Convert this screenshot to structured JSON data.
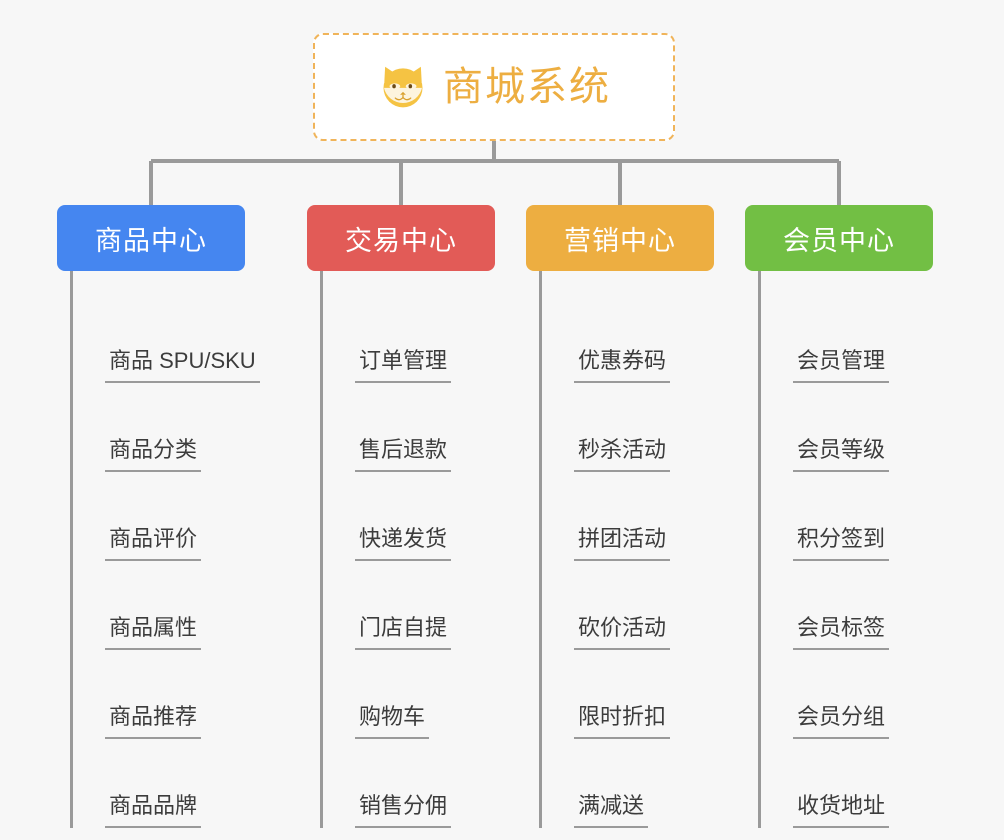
{
  "root": {
    "title": "商城系统",
    "icon": "shiba-dog-icon",
    "border_color": "#f0b45a",
    "text_color": "#edae41",
    "background": "#ffffff"
  },
  "canvas": {
    "background": "#f7f7f7",
    "connector_color": "#9a9a9a"
  },
  "categories": [
    {
      "label": "商品中心",
      "color": "#4586f0",
      "items": [
        {
          "label": "商品 SPU/SKU"
        },
        {
          "label": "商品分类"
        },
        {
          "label": "商品评价"
        },
        {
          "label": "商品属性"
        },
        {
          "label": "商品推荐"
        },
        {
          "label": "商品品牌"
        }
      ]
    },
    {
      "label": "交易中心",
      "color": "#e25b57",
      "items": [
        {
          "label": "订单管理"
        },
        {
          "label": "售后退款"
        },
        {
          "label": "快递发货"
        },
        {
          "label": "门店自提"
        },
        {
          "label": "购物车"
        },
        {
          "label": "销售分佣"
        }
      ]
    },
    {
      "label": "营销中心",
      "color": "#edae41",
      "items": [
        {
          "label": "优惠券码"
        },
        {
          "label": "秒杀活动"
        },
        {
          "label": "拼团活动"
        },
        {
          "label": "砍价活动"
        },
        {
          "label": "限时折扣"
        },
        {
          "label": "满减送"
        }
      ]
    },
    {
      "label": "会员中心",
      "color": "#72bf44",
      "items": [
        {
          "label": "会员管理"
        },
        {
          "label": "会员等级"
        },
        {
          "label": "积分签到"
        },
        {
          "label": "会员标签"
        },
        {
          "label": "会员分组"
        },
        {
          "label": "收货地址"
        }
      ]
    }
  ]
}
